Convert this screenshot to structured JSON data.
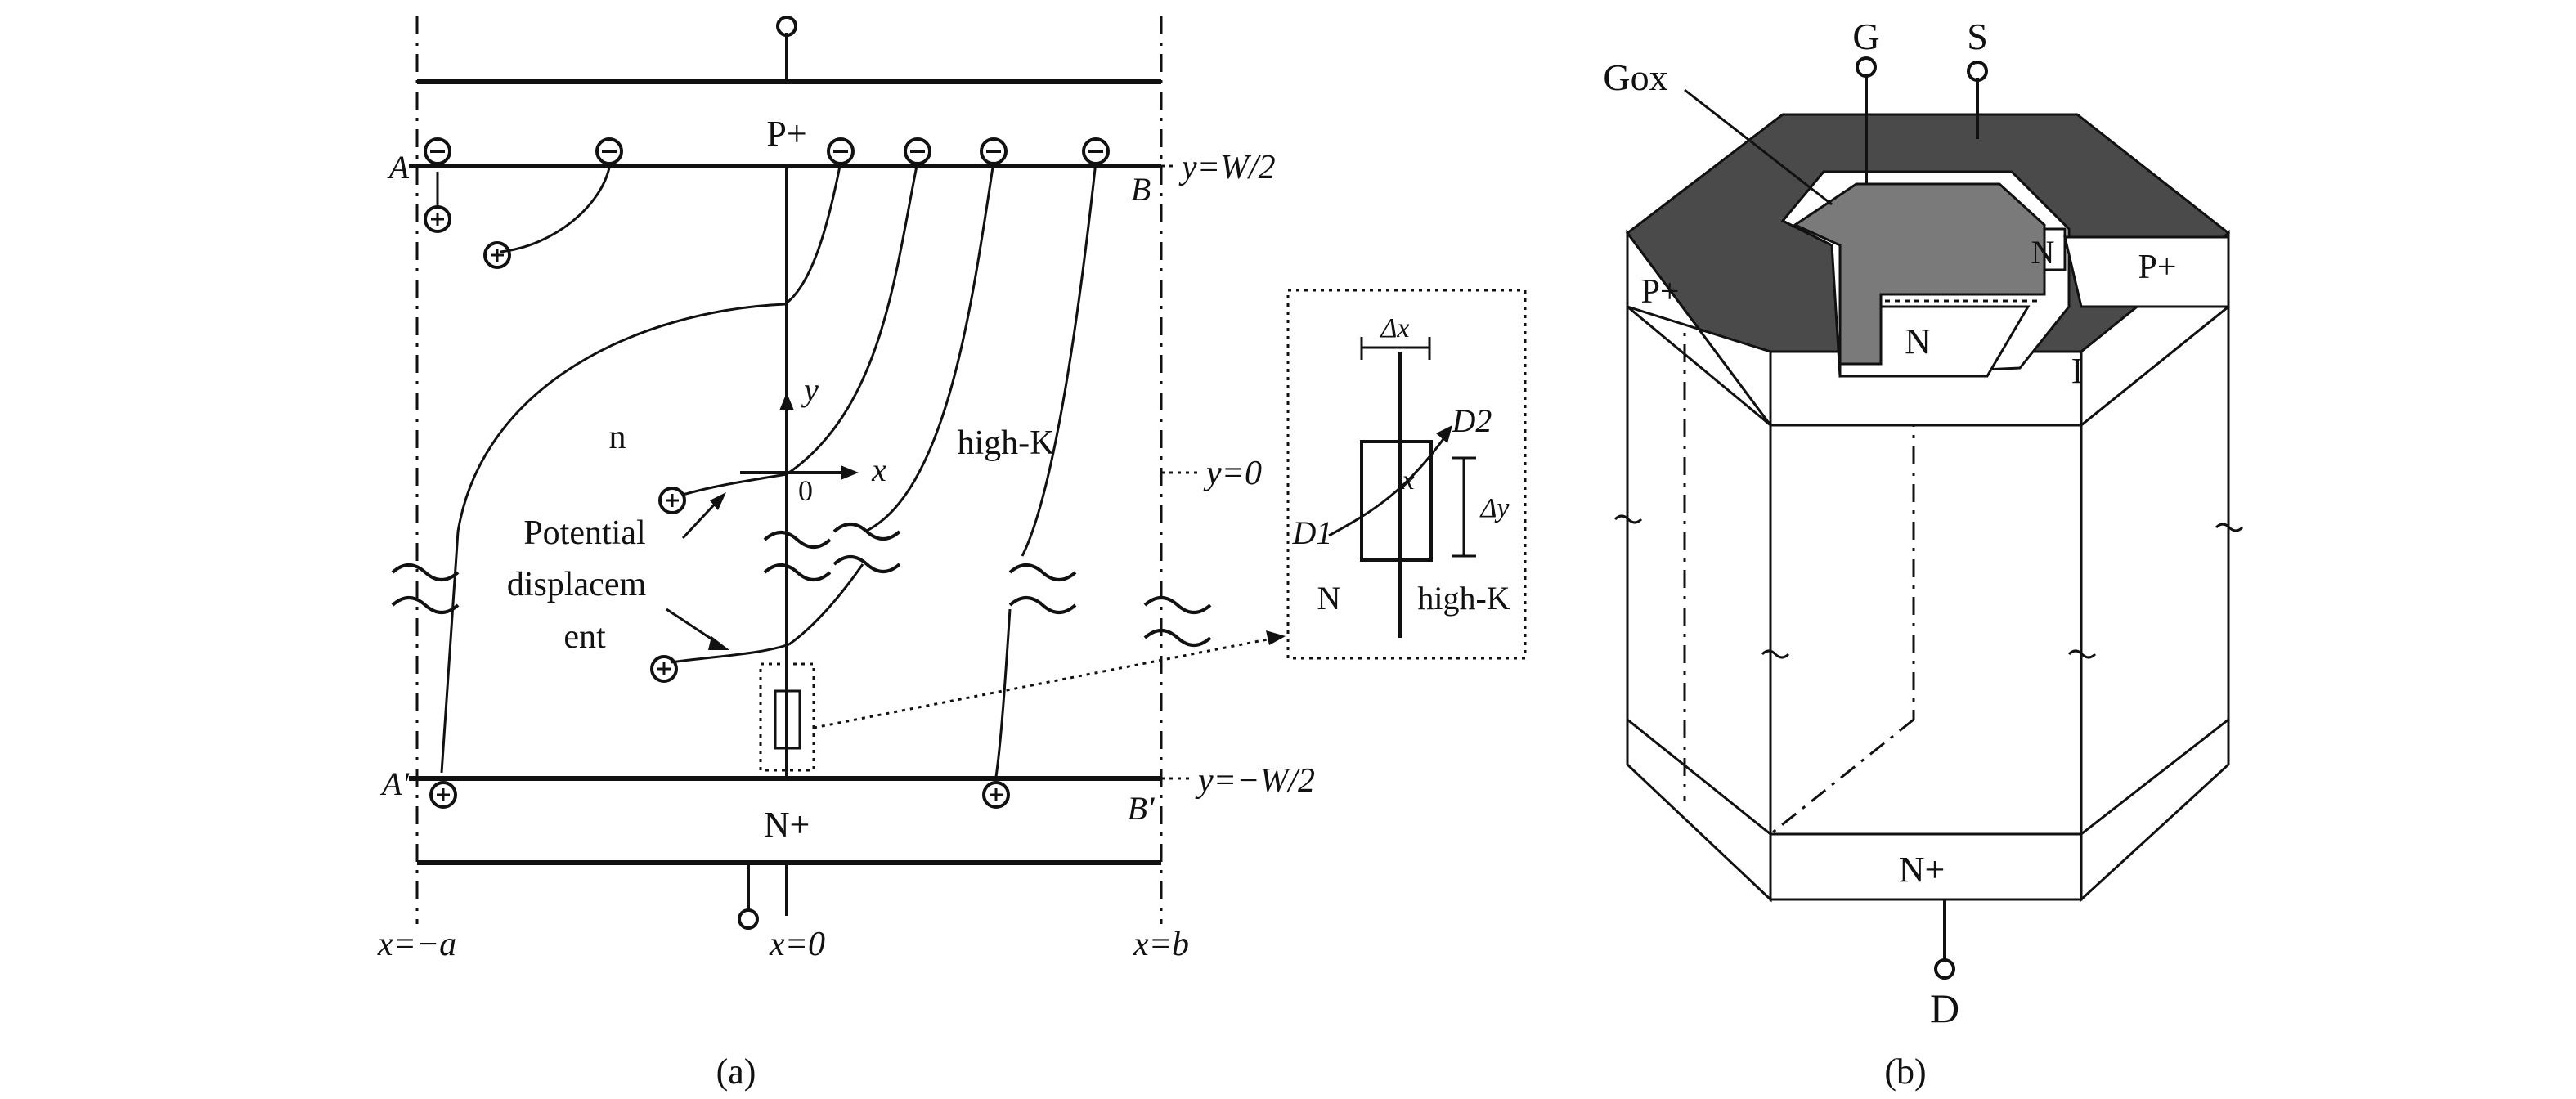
{
  "panel_a": {
    "caption": "(a)",
    "labels": {
      "p_plus": "P+",
      "n_plus": "N+",
      "n_region": "n",
      "high_k": "high-K",
      "point_a": "A",
      "point_b": "B",
      "point_a_prime": "A'",
      "point_b_prime": "B'",
      "y_top": "y=W/2",
      "y_zero": "y=0",
      "y_bottom": "y=−W/2",
      "x_left": "x=−a",
      "x_zero": "x=0",
      "x_right": "x=b",
      "axis_x": "x",
      "axis_y": "y",
      "origin": "0",
      "potential_line1": "Potential",
      "potential_line2": "displacem",
      "potential_line3": "ent"
    },
    "inset": {
      "delta_x": "Δx",
      "delta_y": "Δy",
      "d1": "D1",
      "d2": "D2",
      "x": "x",
      "n": "N",
      "high_k": "high-K"
    },
    "electron_symbol": "⊖",
    "hole_symbol": "+"
  },
  "panel_b": {
    "caption": "(b)",
    "labels": {
      "gox": "Gox",
      "gate": "G",
      "source": "S",
      "drain": "D",
      "n_top": "N",
      "p_plus_right": "P+",
      "p_plus_left": "P+",
      "n_center": "N",
      "intrinsic": "I",
      "n_plus": "N+"
    },
    "colors": {
      "top_contact": "#4a4a4a",
      "gate": "#7a7a7a"
    }
  }
}
